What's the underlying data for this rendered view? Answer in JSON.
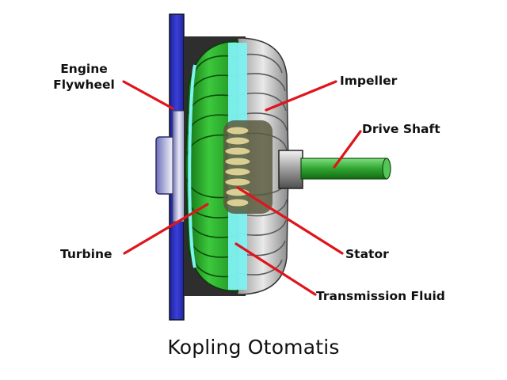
{
  "diagram": {
    "labels": {
      "engine_flywheel_line1": "Engine",
      "engine_flywheel_line2": "Flywheel",
      "impeller": "Impeller",
      "drive_shaft": "Drive Shaft",
      "turbine": "Turbine",
      "stator": "Stator",
      "transmission_fluid": "Transmission Fluid"
    },
    "caption": "Kopling Otomatis",
    "colors": {
      "flywheel": "#2f35c9",
      "turbine": "#2fb52f",
      "fluid": "#7ff2f2",
      "impeller": "#bdbdbd",
      "stator": "#c9bd86",
      "shaft": "#33aa33",
      "leader_line": "#e0141c"
    }
  }
}
